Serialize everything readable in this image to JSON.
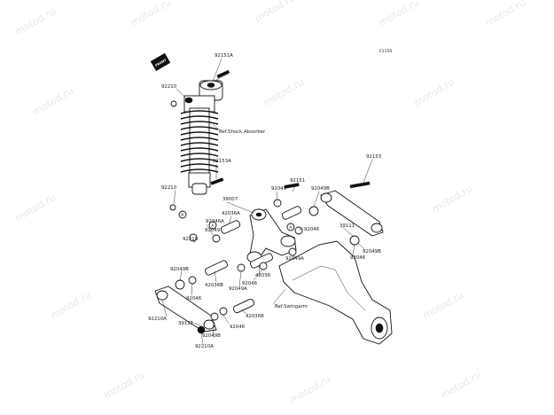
{
  "watermark": "motod.ru",
  "figure_code": "F2150",
  "front_badge": "FRONT",
  "refs": {
    "shock": "Ref.Shock Absorber",
    "swingarm": "Ref.Swingarm"
  },
  "labels": {
    "l92151a": "92151A",
    "l92210_top": "92210",
    "l92153a": "92153A",
    "l92210_mid": "92210",
    "l92153": "92153",
    "l39007": "39007",
    "l92049_a": "92049",
    "l92151": "92151",
    "l92049b_a": "92049B",
    "l42036a": "42036A",
    "l92046a": "92046A",
    "l92049_b": "92049",
    "l92210_c": "92210",
    "l92046_a": "92046",
    "l39111_a": "39111",
    "l92046_b": "92046",
    "l92049b_b": "92049B",
    "l92049a_a": "92049A",
    "l92049b_c": "92049B",
    "l42036b_a": "42036B",
    "l92046_c": "92046",
    "l42036": "42036",
    "l92049a_b": "92049A",
    "l92046_d": "92046",
    "l92210a_a": "92210A",
    "l39111_b": "39111",
    "l42036b_b": "42036B",
    "l92046_e": "92046",
    "l92049b_d": "92049B",
    "l92210a_b": "92210A",
    "circle_a1": "A",
    "circle_a2": "A",
    "circle_a3": "A"
  }
}
